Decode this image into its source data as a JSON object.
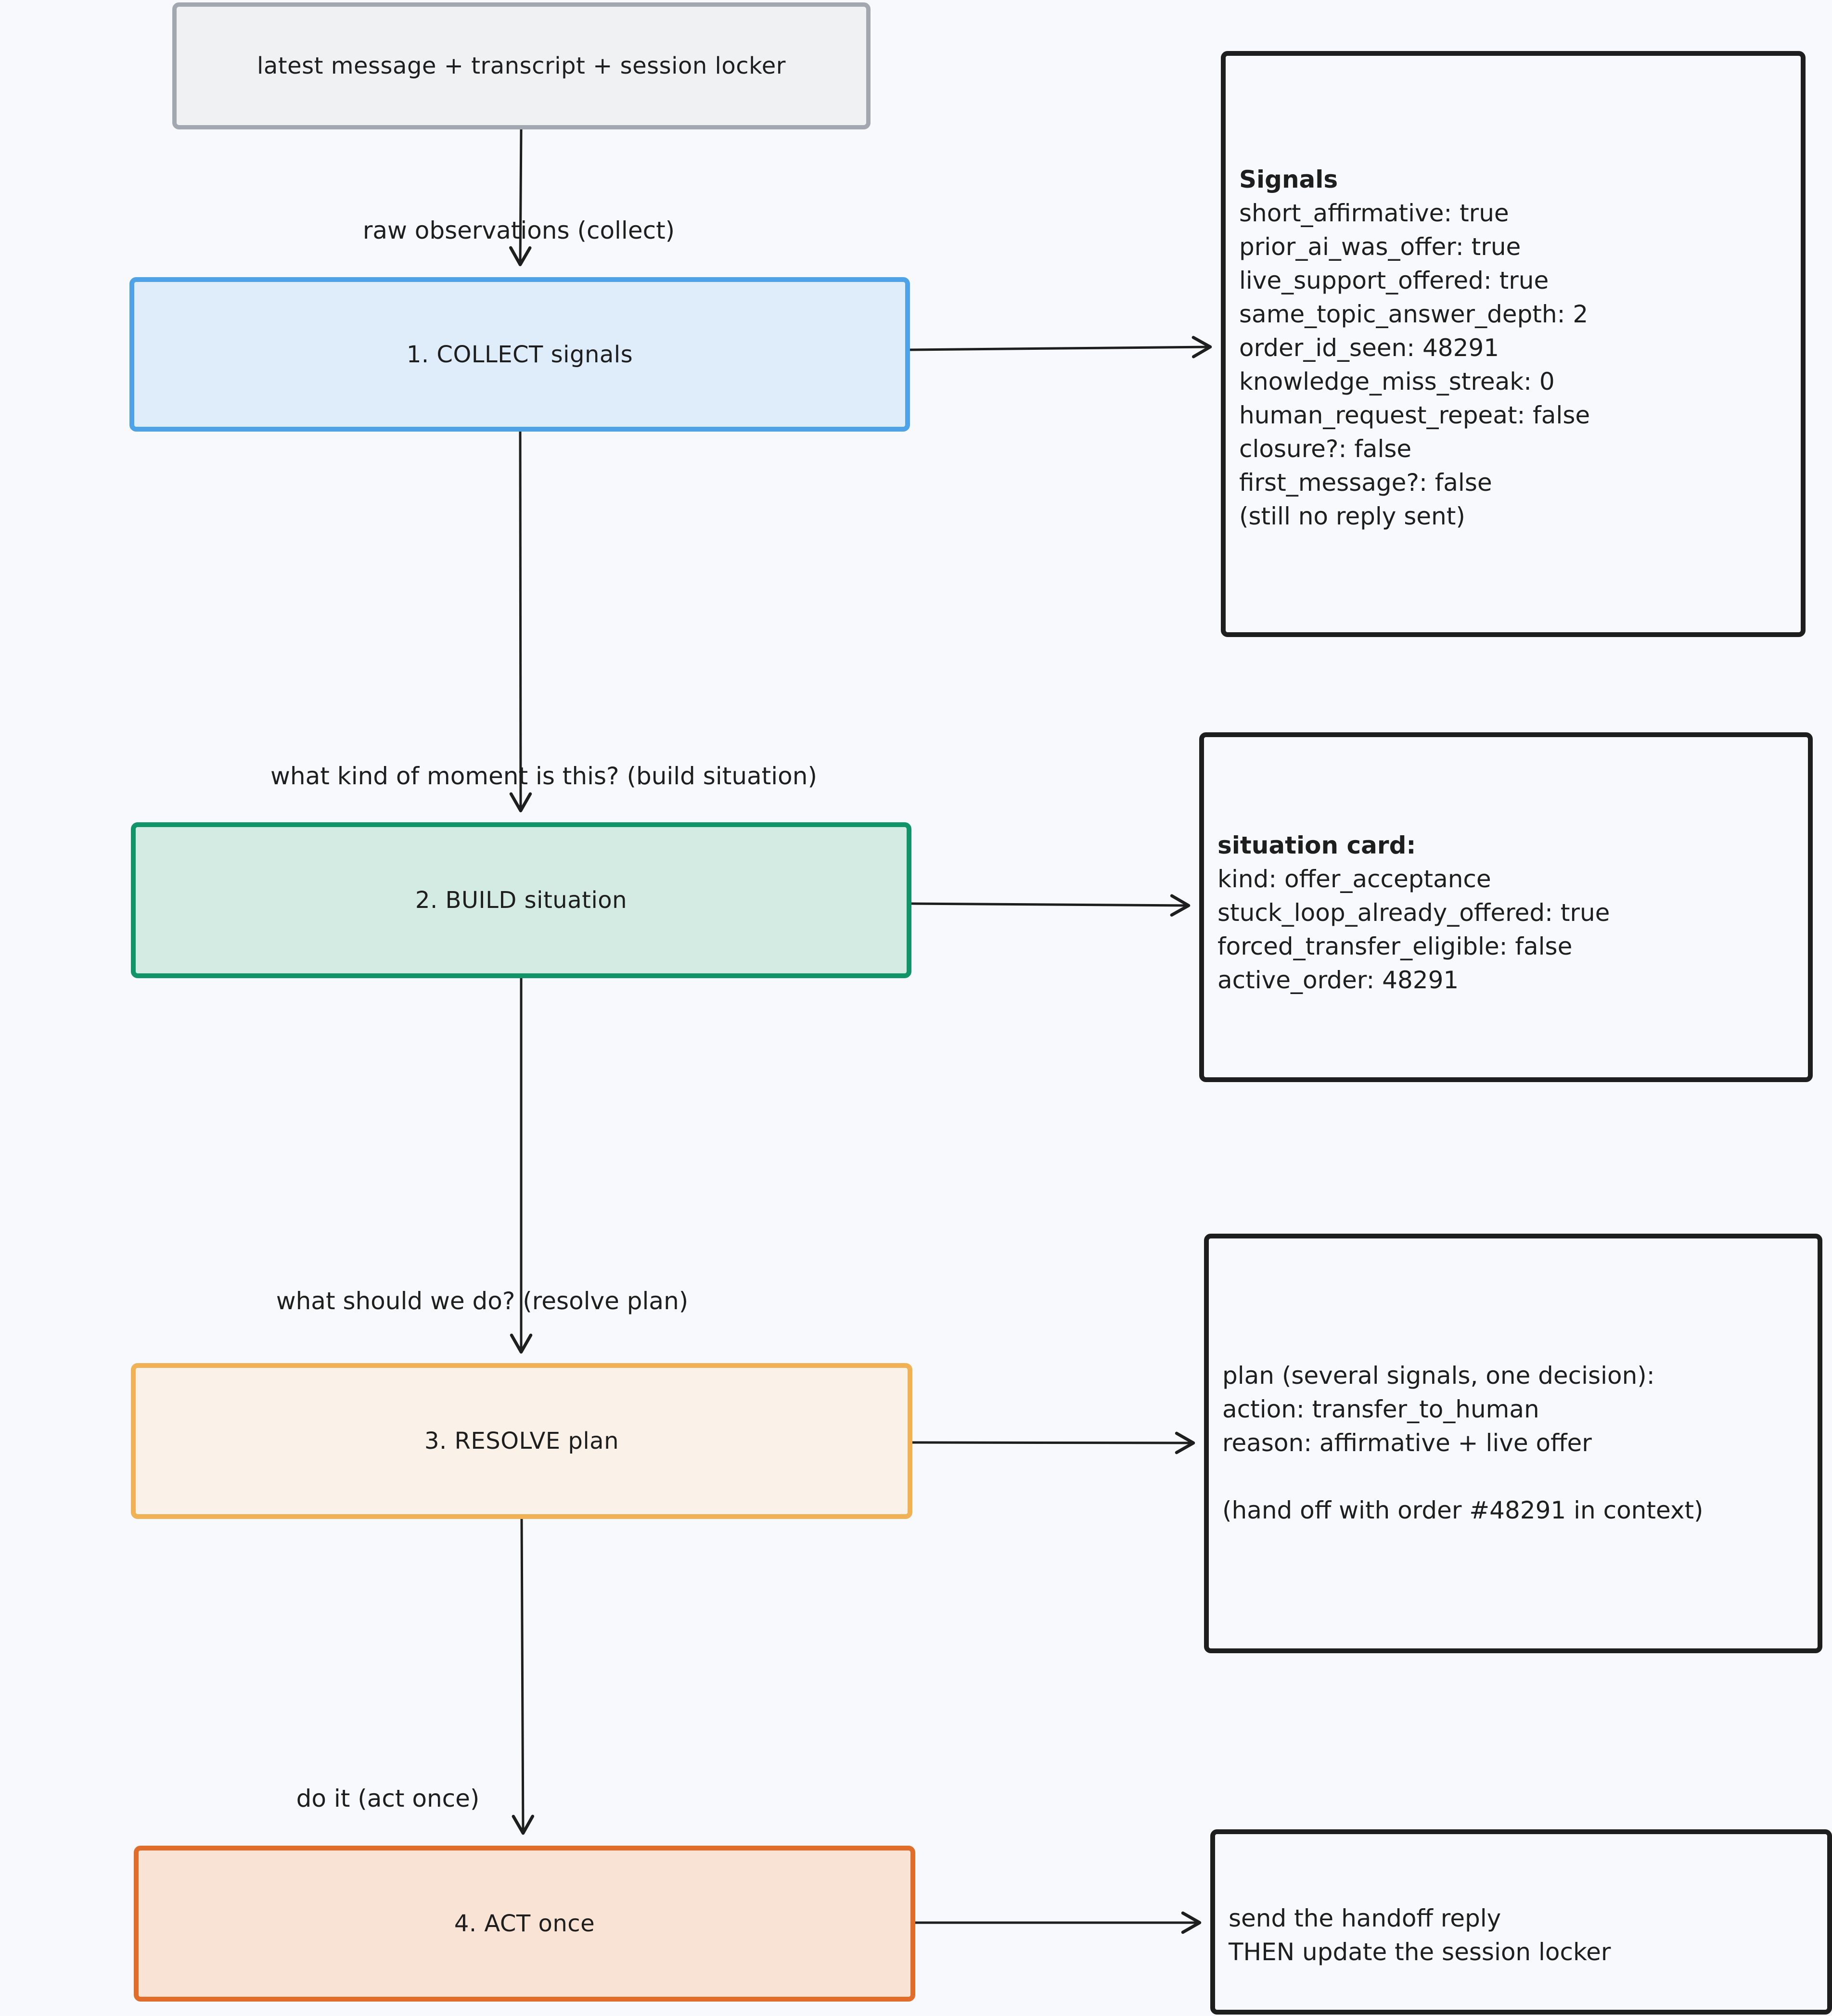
{
  "flow": {
    "input": {
      "label": "latest message + transcript + session locker"
    },
    "steps": [
      {
        "label": "1. COLLECT signals",
        "color": "#4ea2e8",
        "fill": "#deedf9"
      },
      {
        "label": "2. BUILD situation",
        "color": "#119467",
        "fill": "#d3ebe3"
      },
      {
        "label": "3. RESOLVE plan",
        "color": "#f1b155",
        "fill": "#faf2e8"
      },
      {
        "label": "4. ACT once",
        "color": "#e06e2a",
        "fill": "#f9e3d5"
      }
    ],
    "edge_labels": [
      "raw observations (collect)",
      "what kind of moment is this? (build situation)",
      "what should we do? (resolve plan)",
      "do it (act once)"
    ]
  },
  "notes": {
    "signals": {
      "heading": "Signals",
      "lines": [
        "short_affirmative: true",
        "prior_ai_was_offer: true",
        "live_support_offered: true",
        "same_topic_answer_depth: 2",
        "order_id_seen: 48291",
        "knowledge_miss_streak: 0",
        "human_request_repeat: false",
        "closure?: false",
        "first_message?: false",
        "(still no reply sent)"
      ]
    },
    "situation": {
      "heading": "situation card:",
      "lines": [
        "kind: offer_acceptance",
        "stuck_loop_already_offered: true",
        "forced_transfer_eligible: false",
        "active_order: 48291"
      ]
    },
    "plan": {
      "lines": [
        "plan (several signals, one decision):",
        "action: transfer_to_human",
        "reason: affirmative + live offer",
        "",
        "(hand off with order #48291 in context)"
      ]
    },
    "act": {
      "lines": [
        "send the handoff reply",
        "THEN update the session locker"
      ]
    }
  }
}
